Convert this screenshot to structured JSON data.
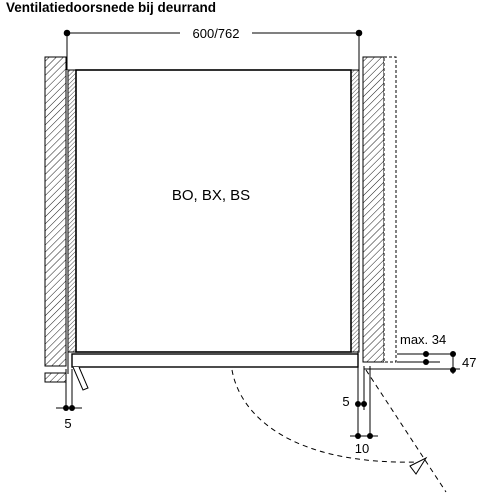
{
  "title": "Ventilatiedoorsnede bij deurrand",
  "labels": {
    "width_dim": "600/762",
    "models": "BO, BX, BS",
    "max_gap": "max. 34",
    "depth_47": "47",
    "left_gap": "5",
    "right_gap": "5",
    "right_10": "10"
  },
  "colors": {
    "line": "#000000",
    "background": "#ffffff"
  }
}
